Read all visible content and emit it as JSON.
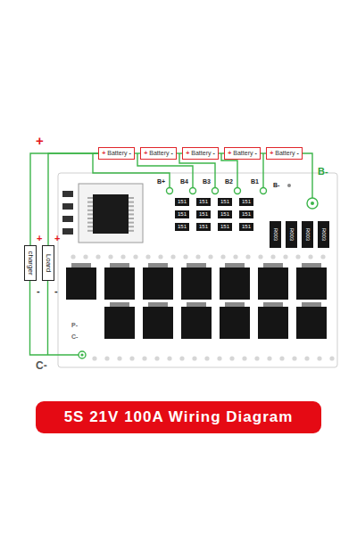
{
  "diagram": {
    "title": "5S 21V 100A Wiring Diagram",
    "nodes": [
      {
        "text": [
          "+",
          "Battery",
          "-"
        ]
      },
      {
        "text": [
          "+",
          "Battery",
          "-"
        ]
      },
      {
        "text": [
          "+",
          "Battery",
          "-"
        ]
      },
      {
        "text": [
          "+",
          "Battery",
          "-"
        ]
      },
      {
        "text": [
          "+",
          "Battery",
          "-"
        ]
      },
      {
        "text": [
          "charger"
        ]
      },
      {
        "text": [
          "Loard"
        ]
      }
    ],
    "edges": [
      {
        "from": 0,
        "to": 1,
        "arrow": "none"
      },
      {
        "from": 1,
        "to": 2,
        "arrow": "none"
      },
      {
        "from": 2,
        "to": 3,
        "arrow": "none"
      },
      {
        "from": 3,
        "to": 4,
        "arrow": "none"
      },
      {
        "from": 0,
        "to": 5,
        "arrow": "none"
      },
      {
        "from": 0,
        "to": 6,
        "arrow": "none"
      }
    ],
    "labels": [
      "+",
      "B+",
      "B4",
      "B3",
      "B2",
      "B1",
      "B-",
      "B-",
      "151",
      "151",
      "151",
      "151",
      "151",
      "151",
      "151",
      "151",
      "151",
      "151",
      "151",
      "151",
      "R003",
      "R003",
      "R003",
      "R003",
      "+",
      "+",
      "-",
      "-",
      "P-",
      "C-",
      "C-"
    ]
  }
}
